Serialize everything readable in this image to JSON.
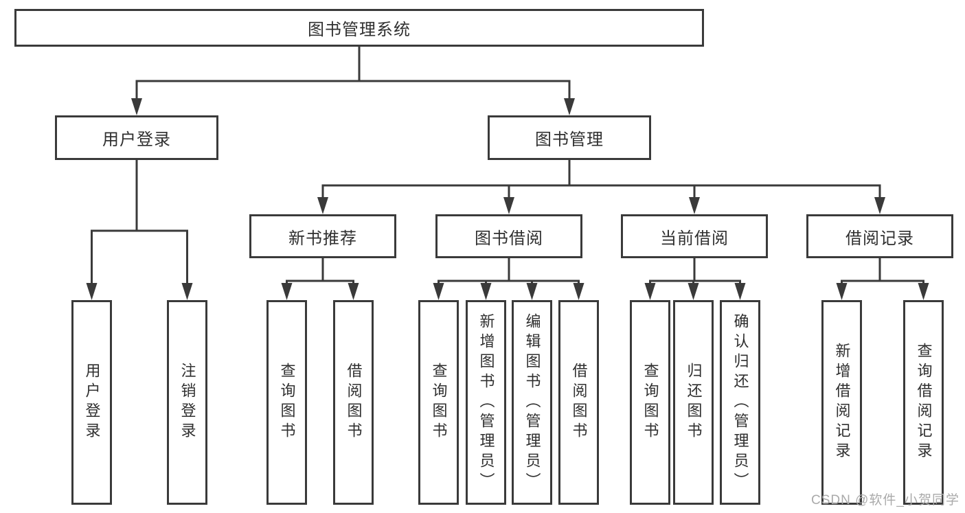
{
  "tree": {
    "root": {
      "label": "图书管理系统",
      "children": [
        {
          "label": "用户登录",
          "children": [
            {
              "label": "用户登录"
            },
            {
              "label": "注销登录"
            }
          ]
        },
        {
          "label": "图书管理",
          "children": [
            {
              "label": "新书推荐",
              "children": [
                {
                  "label": "查询图书"
                },
                {
                  "label": "借阅图书"
                }
              ]
            },
            {
              "label": "图书借阅",
              "children": [
                {
                  "label": "查询图书"
                },
                {
                  "label": "新增图书（管理员）"
                },
                {
                  "label": "编辑图书（管理员）"
                },
                {
                  "label": "借阅图书"
                }
              ]
            },
            {
              "label": "当前借阅",
              "children": [
                {
                  "label": "查询图书"
                },
                {
                  "label": "归还图书"
                },
                {
                  "label": "确认归还（管理员）"
                }
              ]
            },
            {
              "label": "借阅记录",
              "children": [
                {
                  "label": "新增借阅记录"
                },
                {
                  "label": "查询借阅记录"
                }
              ]
            }
          ]
        }
      ]
    }
  },
  "watermark": "CSDN @软件_小贺同学",
  "colors": {
    "line": "#3a3a3a",
    "box_border": "#3a3a3a",
    "text": "#2f2f2f",
    "watermark": "#aaaaaa",
    "background": "#ffffff"
  }
}
